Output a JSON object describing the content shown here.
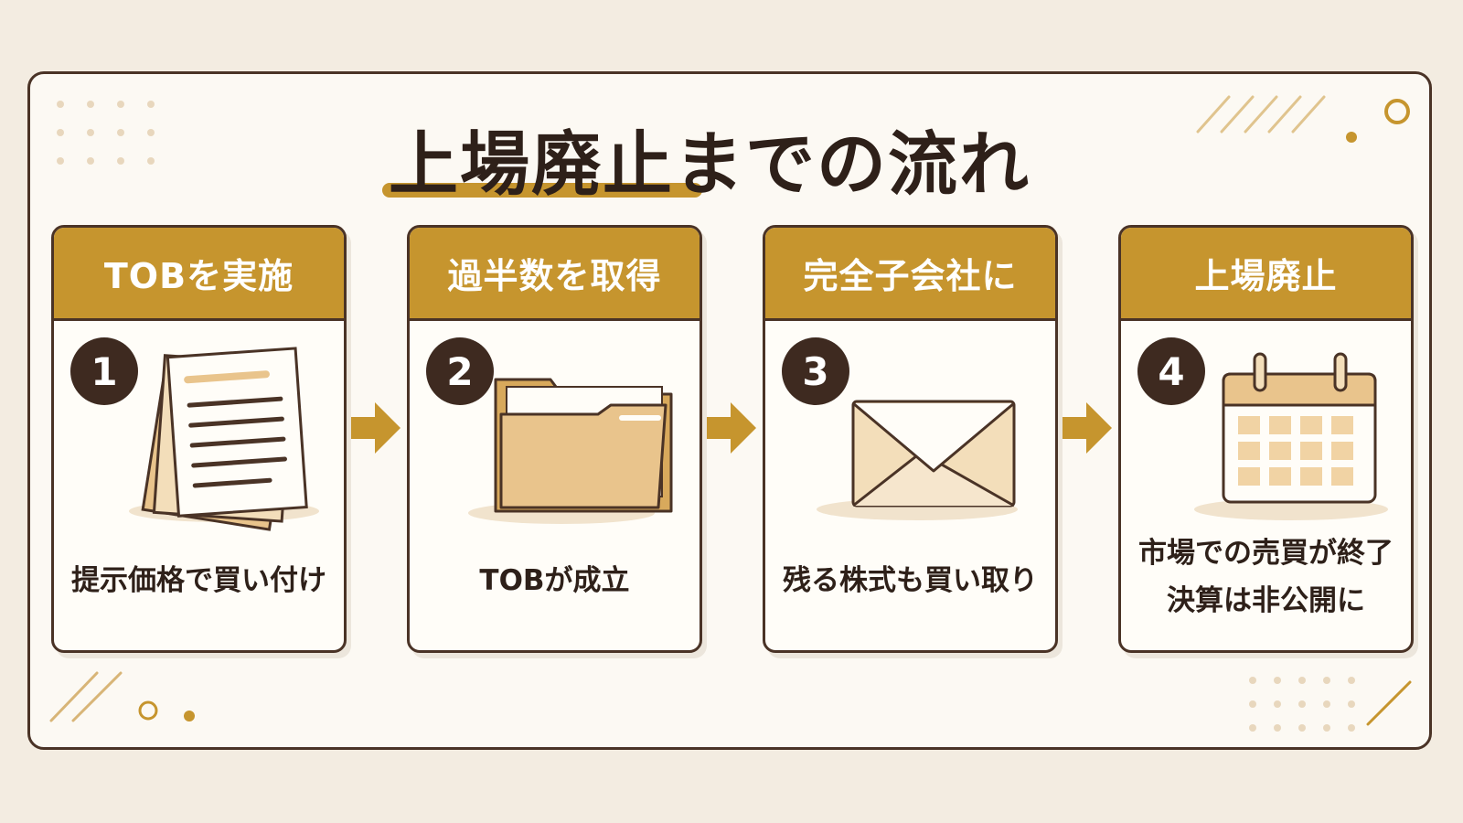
{
  "title": "上場廃止までの流れ",
  "colors": {
    "accent": "#c6952e",
    "dark": "#3e2a20",
    "background": "#f3ece1",
    "panel": "#fcf9f3",
    "light_tan": "#e9c48c"
  },
  "steps": [
    {
      "number": "1",
      "header": "TOBを実施",
      "icon": "documents-icon",
      "caption_lines": [
        "提示価格で買い付け"
      ]
    },
    {
      "number": "2",
      "header": "過半数を取得",
      "icon": "folder-icon",
      "caption_lines": [
        "TOBが成立"
      ]
    },
    {
      "number": "3",
      "header": "完全子会社に",
      "icon": "envelope-icon",
      "caption_lines": [
        "残る株式も買い取り"
      ]
    },
    {
      "number": "4",
      "header": "上場廃止",
      "icon": "calendar-icon",
      "caption_lines": [
        "市場での売買が終了",
        "決算は非公開に"
      ]
    }
  ]
}
